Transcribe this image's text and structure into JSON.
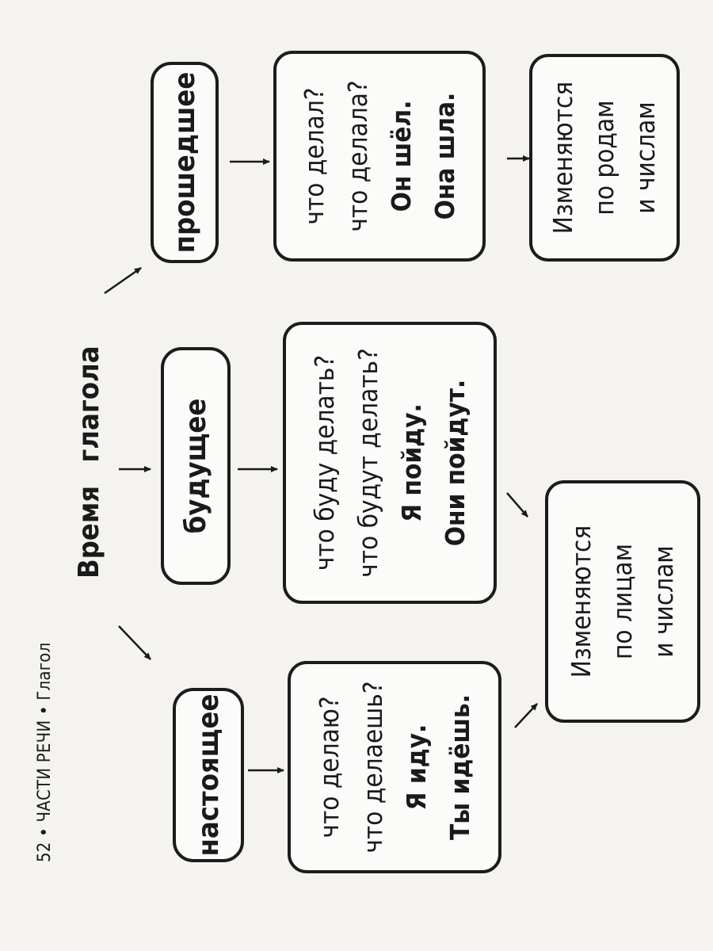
{
  "header": {
    "page_number": "52",
    "bullet": "•",
    "section": "ЧАСТИ РЕЧИ",
    "topic": "Глагол"
  },
  "title": "Время глагола",
  "tenses": [
    {
      "name": "настоящее",
      "questions": [
        "что делаю?",
        "что делаешь?"
      ],
      "examples": [
        "Я иду.",
        "Ты идёшь."
      ]
    },
    {
      "name": "будущее",
      "questions": [
        "что буду делать?",
        "что будут делать?"
      ],
      "examples": [
        "Я пойду.",
        "Они пойдут."
      ]
    },
    {
      "name": "прошедшее",
      "questions": [
        "что делал?",
        "что делала?"
      ],
      "examples": [
        "Он шёл.",
        "Она шла."
      ]
    }
  ],
  "changes": {
    "present_future": [
      "Изменяются",
      "по лицам",
      "и числам"
    ],
    "past": [
      "Изменяются",
      "по родам",
      "и числам"
    ]
  }
}
